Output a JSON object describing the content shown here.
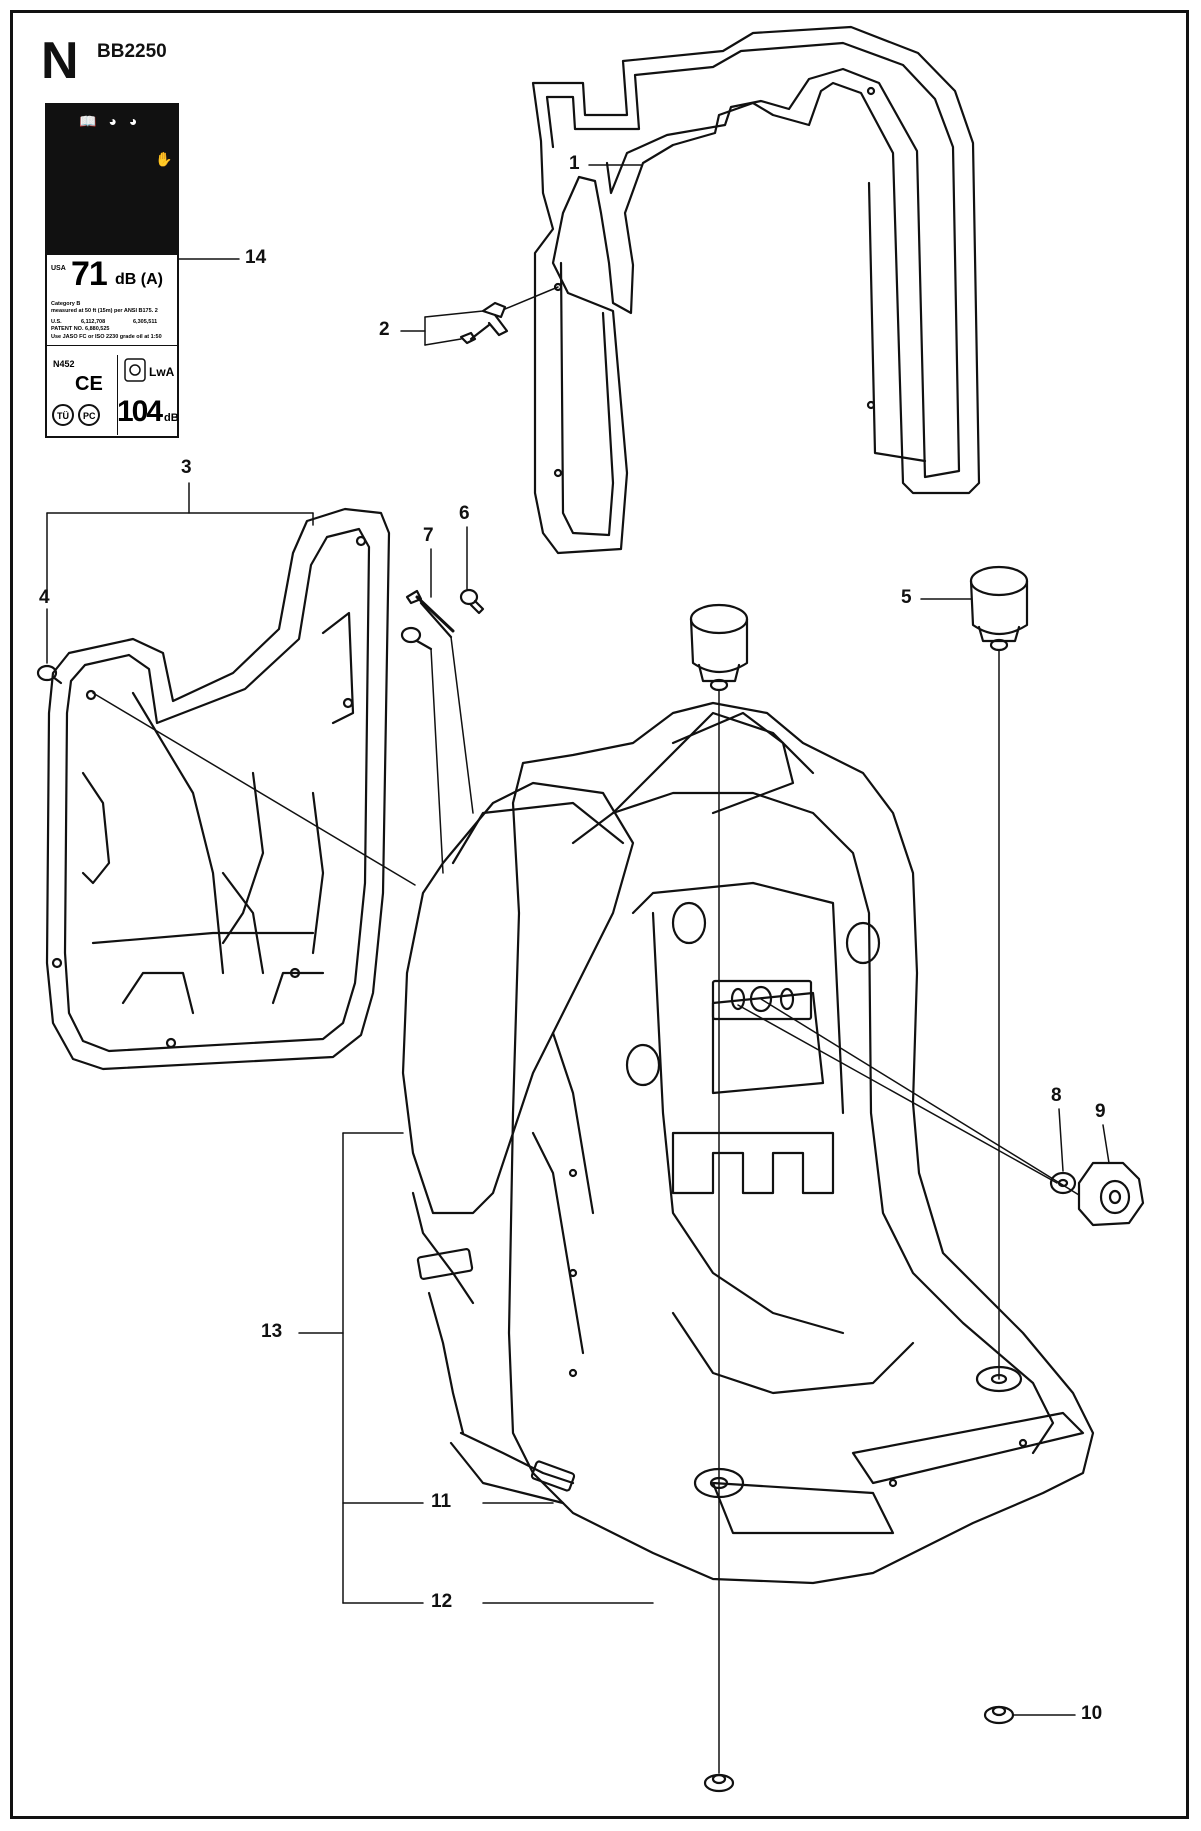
{
  "section_letter": "N",
  "model": "BB2250",
  "label_card": {
    "region": "USA",
    "sound_value": "71",
    "sound_unit": "dB (A)",
    "category": "Category B",
    "measured": "measured at 50 ft (15m) per ANSI B175. 2",
    "us_label": "U.S.",
    "patent_1": "6,112,708",
    "patent_2": "6,305,511",
    "patent_label": "PATENT NO. 6,880,525",
    "fuel_note": "Use JASO FC or ISO 2230 grade oil at 1:50",
    "n452": "N452",
    "ce_mark": "CE",
    "lwa_label": "LwA",
    "lwa_value": "104",
    "lwa_unit": "dB"
  },
  "callouts": [
    {
      "id": "callout-1",
      "text": "1"
    },
    {
      "id": "callout-2",
      "text": "2"
    },
    {
      "id": "callout-3",
      "text": "3"
    },
    {
      "id": "callout-4",
      "text": "4"
    },
    {
      "id": "callout-5",
      "text": "5"
    },
    {
      "id": "callout-6",
      "text": "6"
    },
    {
      "id": "callout-7",
      "text": "7"
    },
    {
      "id": "callout-8",
      "text": "8"
    },
    {
      "id": "callout-9",
      "text": "9"
    },
    {
      "id": "callout-10",
      "text": "10"
    },
    {
      "id": "callout-11",
      "text": "11"
    },
    {
      "id": "callout-12",
      "text": "12"
    },
    {
      "id": "callout-13",
      "text": "13"
    },
    {
      "id": "callout-14",
      "text": "14"
    }
  ],
  "colors": {
    "line": "#111111",
    "fill": "#ffffff",
    "label_dark": "#111111"
  }
}
